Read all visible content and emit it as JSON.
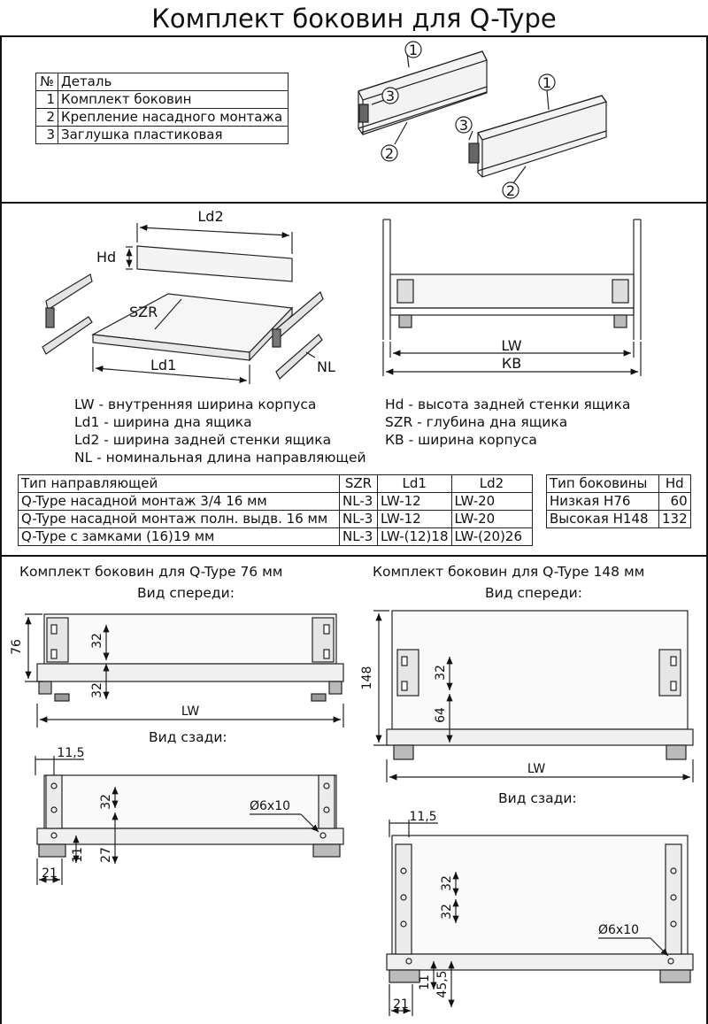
{
  "page": {
    "title": "Комплект боковин для Q-Type"
  },
  "parts_table": {
    "header": [
      "№",
      "Деталь"
    ],
    "rows": [
      {
        "num": "1",
        "name": "Комплект боковин"
      },
      {
        "num": "2",
        "name": "Крепление насадного монтажа"
      },
      {
        "num": "3",
        "name": "Заглушка пластиковая"
      }
    ]
  },
  "callouts": {
    "one": "1",
    "two": "2",
    "three": "3"
  },
  "dims": {
    "ld2": "Ld2",
    "hd": "Hd",
    "szr": "SZR",
    "ld1": "Ld1",
    "nl": "NL",
    "lw": "LW",
    "kb": "КВ",
    "d76": "76",
    "d32": "32",
    "d148": "148",
    "d64": "64",
    "d11_5": "11,5",
    "d27": "27",
    "d11": "11",
    "d21": "21",
    "d45_5": "45,5",
    "hole": "Ø6x10"
  },
  "legend_left": [
    "LW - внутренняя ширина корпуса",
    "Ld1 - ширина дна ящика",
    "Ld2 - ширина задней стенки ящика",
    "NL - номинальная длина направляющей"
  ],
  "legend_right": [
    "Hd - высота задней стенки ящика",
    "SZR - глубина дна ящика",
    "КВ - ширина корпуса"
  ],
  "guide_table": {
    "header": [
      "Тип направляющей",
      "SZR",
      "Ld1",
      "Ld2"
    ],
    "rows": [
      [
        "Q-Type насадной монтаж 3/4  16 мм",
        "NL-3",
        "LW-12",
        "LW-20"
      ],
      [
        "Q-Type насадной монтаж полн. выдв. 16 мм",
        "NL-3",
        "LW-12",
        "LW-20"
      ],
      [
        "Q-Type с замками (16)19 мм",
        "NL-3",
        "LW-(12)18",
        "LW-(20)26"
      ]
    ]
  },
  "side_table": {
    "header": [
      "Тип боковины",
      "Hd"
    ],
    "rows": [
      [
        "Низкая H76",
        "60"
      ],
      [
        "Высокая H148",
        "132"
      ]
    ]
  },
  "section76": {
    "title": "Комплект боковин для Q-Type 76 мм",
    "front": "Вид спереди:",
    "back": "Вид сзади:"
  },
  "section148": {
    "title": "Комплект боковин для Q-Type 148 мм",
    "front": "Вид спереди:",
    "back": "Вид сзади:"
  }
}
